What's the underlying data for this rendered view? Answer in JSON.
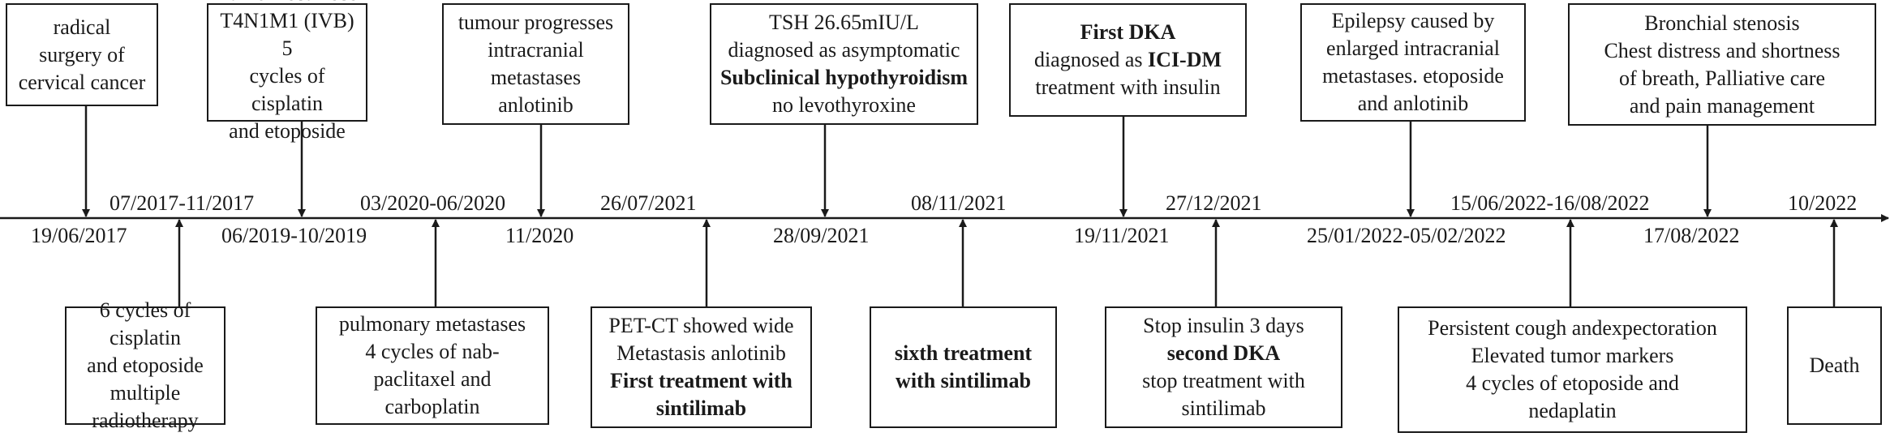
{
  "events_above": [
    {
      "lines": [
        {
          "text": "radical"
        },
        {
          "text": "surgery of"
        },
        {
          "text": "cervical cancer"
        }
      ]
    },
    {
      "lines": [
        {
          "text": "Tumor recurrece"
        },
        {
          "text": "T4N1M1 (IVB) 5"
        },
        {
          "text": "cycles of cisplatin"
        },
        {
          "text": "and etoposide"
        }
      ]
    },
    {
      "lines": [
        {
          "text": "tumour progresses"
        },
        {
          "text": "intracranial"
        },
        {
          "text": "metastases"
        },
        {
          "text": "anlotinib"
        }
      ]
    },
    {
      "lines": [
        {
          "text": "TSH 26.65mIU/L"
        },
        {
          "text": "diagnosed as asymptomatic"
        },
        {
          "text": "Subclinical hypothyroidism",
          "bold": true
        },
        {
          "text": "no levothyroxine"
        }
      ]
    },
    {
      "lines": [
        {
          "text": "First DKA",
          "bold": true
        },
        {
          "segments": [
            {
              "text": "diagnosed as "
            },
            {
              "text": "ICI-DM",
              "bold": true
            }
          ]
        },
        {
          "text": "treatment with insulin"
        }
      ]
    },
    {
      "lines": [
        {
          "text": "Epilepsy caused by"
        },
        {
          "text": "enlarged intracranial"
        },
        {
          "text": "metastases. etoposide"
        },
        {
          "text": "and anlotinib"
        }
      ]
    },
    {
      "lines": [
        {
          "text": "Bronchial stenosis"
        },
        {
          "text": "Chest distress and shortness"
        },
        {
          "text": "of breath, Palliative care"
        },
        {
          "text": "and pain management"
        }
      ]
    }
  ],
  "events_below": [
    {
      "lines": [
        {
          "text": "6 cycles of cisplatin"
        },
        {
          "text": "and etoposide"
        },
        {
          "text": "multiple"
        },
        {
          "text": "radiotherapy"
        }
      ]
    },
    {
      "lines": [
        {
          "text": "pulmonary metastases"
        },
        {
          "text": "4 cycles of nab-"
        },
        {
          "text": "paclitaxel and"
        },
        {
          "text": "carboplatin"
        }
      ]
    },
    {
      "lines": [
        {
          "text": "PET-CT showed wide"
        },
        {
          "text": "Metastasis anlotinib"
        },
        {
          "text": "First treatment with",
          "bold": true
        },
        {
          "text": "sintilimab",
          "bold": true
        }
      ]
    },
    {
      "lines": [
        {
          "text": "sixth treatment",
          "bold": true
        },
        {
          "text": "with sintilimab",
          "bold": true
        }
      ]
    },
    {
      "lines": [
        {
          "text": "Stop insulin 3 days"
        },
        {
          "text": "second DKA",
          "bold": true
        },
        {
          "text": "stop treatment with"
        },
        {
          "text": "sintilimab"
        }
      ]
    },
    {
      "lines": [
        {
          "text": "Persistent cough andexpectoration"
        },
        {
          "text": "Elevated tumor markers"
        },
        {
          "text": "4 cycles of etoposide and"
        },
        {
          "text": "nedaplatin"
        }
      ]
    },
    {
      "lines": [
        {
          "text": "Death"
        }
      ]
    }
  ],
  "dates_above": [
    "07/2017-11/2017",
    "03/2020-06/2020",
    "26/07/2021",
    "08/11/2021",
    "27/12/2021",
    "15/06/2022-16/08/2022",
    "10/2022"
  ],
  "dates_below": [
    "19/06/2017",
    "06/2019-10/2019",
    "11/2020",
    "28/09/2021",
    "19/11/2021",
    "25/01/2022-05/02/2022",
    "17/08/2022"
  ]
}
